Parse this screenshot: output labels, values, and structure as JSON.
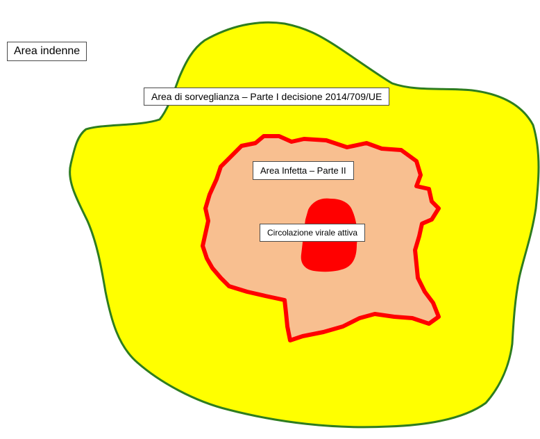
{
  "zones": {
    "free_area": {
      "label": "Area indenne"
    },
    "surveillance_area": {
      "label": "Area di sorveglianza  – Parte I decisione 2014/709/UE",
      "fill": "#ffff00",
      "stroke": "#2e7d1f"
    },
    "infected_area": {
      "label": "Area Infetta – Parte II",
      "fill": "#f8bf90",
      "stroke": "#ff0000"
    },
    "active_circulation": {
      "label": "Circolazione virale attiva",
      "fill": "#ff0000"
    }
  }
}
